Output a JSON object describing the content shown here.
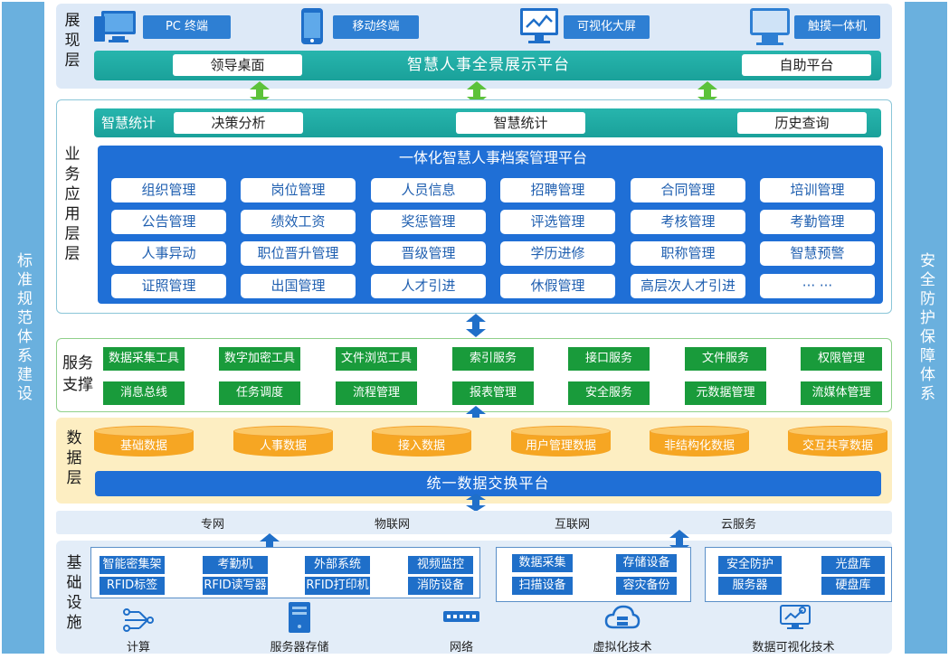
{
  "side": {
    "left": "标准规范体系建设",
    "right": "安全防护保障体系"
  },
  "layers": {
    "presentation": "展现层",
    "business": "业务应用层层",
    "service": "服务支撑",
    "data": "数据层",
    "infra": "基础设施"
  },
  "presentation": {
    "devices": [
      "PC 终端",
      "移动终端",
      "可视化大屏",
      "触摸一体机"
    ],
    "platform": "智慧人事全景展示平台",
    "left_box": "领导桌面",
    "right_box": "自助平台"
  },
  "business": {
    "stats_label": "智慧统计",
    "tabs": [
      "决策分析",
      "智慧统计",
      "历史查询"
    ],
    "platform": "一体化智慧人事档案管理平台",
    "items": [
      [
        "组织管理",
        "岗位管理",
        "人员信息",
        "招聘管理",
        "合同管理",
        "培训管理"
      ],
      [
        "公告管理",
        "绩效工资",
        "奖惩管理",
        "评选管理",
        "考核管理",
        "考勤管理"
      ],
      [
        "人事异动",
        "职位晋升管理",
        "晋级管理",
        "学历进修",
        "职称管理",
        "智慧预警"
      ],
      [
        "证照管理",
        "出国管理",
        "人才引进",
        "休假管理",
        "高层次人才引进",
        "··· ···"
      ]
    ]
  },
  "service": {
    "row1": [
      "数据采集工具",
      "数字加密工具",
      "文件浏览工具",
      "索引服务",
      "接口服务",
      "文件服务",
      "权限管理"
    ],
    "row2": [
      "消息总线",
      "任务调度",
      "流程管理",
      "报表管理",
      "安全服务",
      "元数据管理",
      "流媒体管理"
    ]
  },
  "data": {
    "stores": [
      "基础数据",
      "人事数据",
      "接入数据",
      "用户管理数据",
      "非结构化数据",
      "交互共享数据"
    ],
    "platform": "统一数据交换平台"
  },
  "network": [
    "专网",
    "物联网",
    "互联网",
    "云服务"
  ],
  "infra": {
    "group1": [
      "智能密集架",
      "考勤机",
      "外部系统",
      "视频监控",
      "RFID标签",
      "RFID读写器",
      "RFID打印机",
      "消防设备"
    ],
    "group2": [
      "数据采集",
      "存储设备",
      "扫描设备",
      "容灾备份"
    ],
    "group3": [
      "安全防护",
      "光盘库",
      "服务器",
      "硬盘库"
    ],
    "bottom": [
      "计算",
      "服务器存储",
      "网络",
      "虚拟化技术",
      "数据可视化技术"
    ]
  },
  "colors": {
    "side": "#6ab0de",
    "teal": "#1aa19a",
    "blue": "#1f6fd6",
    "green": "#199b3b",
    "orange": "#f6a623",
    "arrow_green": "#5cc23a",
    "arrow_blue": "#1f6fc9"
  }
}
